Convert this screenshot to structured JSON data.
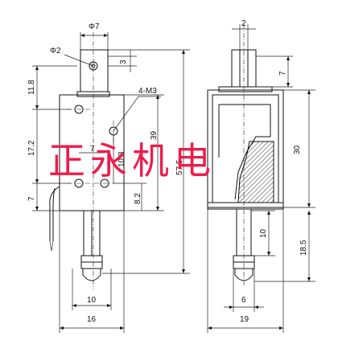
{
  "watermark": "正永机电",
  "left_view": {
    "dims": {
      "phi7": "Φ7",
      "phi2": "Φ2",
      "d3": "3",
      "d11_8": "11.8",
      "thread": "4-M3",
      "d17_2": "17.2",
      "d7": "7",
      "d39": "39",
      "d10_8": "10.8",
      "d8_2": "8.2",
      "d7_inner": "7",
      "d57_5": "57.5",
      "d10": "10",
      "d16": "16"
    }
  },
  "right_view": {
    "dims": {
      "d2": "2",
      "d7": "7",
      "d30": "30",
      "d10": "10",
      "d18_5": "18.5",
      "d6": "6",
      "d19": "19"
    }
  }
}
